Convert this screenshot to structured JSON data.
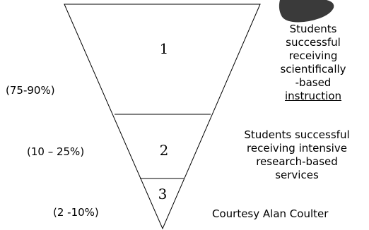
{
  "tiers": [
    {
      "number": "1",
      "percent": "(75-90%)"
    },
    {
      "number": "2",
      "percent": "(10 – 25%)"
    },
    {
      "number": "3",
      "percent": "(2 -10%)"
    }
  ],
  "tier1_description": {
    "lines": [
      "Students",
      "successful",
      "receiving",
      "scientifically",
      "-based"
    ],
    "underlined": "instruction"
  },
  "tier2_description": {
    "lines": [
      "Students successful",
      "receiving intensive",
      "research-based",
      "services"
    ]
  },
  "credit": "Courtesy Alan Coulter",
  "colors": {
    "stroke": "#000000",
    "blob": "#3a3a3a"
  }
}
